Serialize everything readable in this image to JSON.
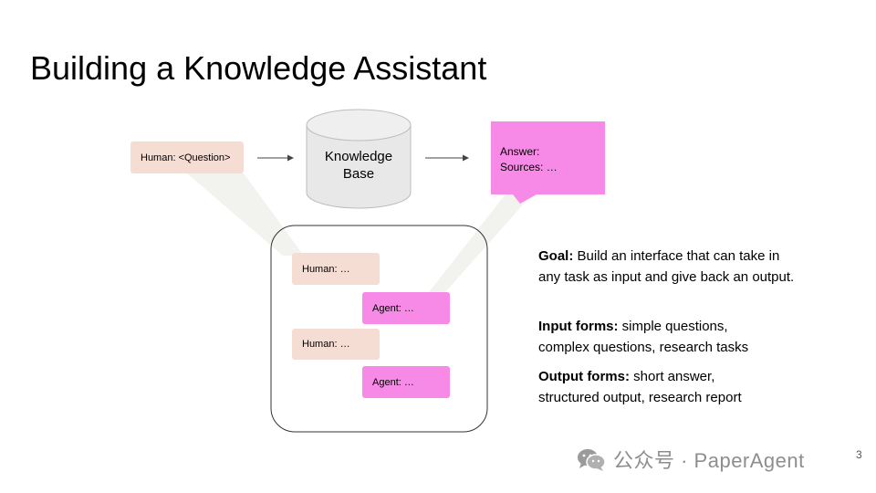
{
  "slide": {
    "title": "Building a Knowledge Assistant",
    "page_number": "3"
  },
  "diagram": {
    "input_box": "Human: <Question>",
    "knowledge_base": [
      "Knowledge",
      "Base"
    ],
    "answer_box": [
      "Answer:",
      "Sources: …"
    ],
    "conversation": [
      {
        "role": "human",
        "text": "Human: …"
      },
      {
        "role": "agent",
        "text": "Agent: …"
      },
      {
        "role": "human",
        "text": "Human: …"
      },
      {
        "role": "agent",
        "text": "Agent: …"
      }
    ]
  },
  "description": {
    "goal_label": "Goal:",
    "goal_text": " Build an interface that can take in any task as input and give back an output.",
    "input_label": "Input forms:",
    "input_text": " simple questions, complex questions, research tasks",
    "output_label": "Output forms:",
    "output_text": " short answer, structured output, research report"
  },
  "watermark": {
    "text": "公众号 · PaperAgent",
    "icon": "wechat-icon"
  },
  "colors": {
    "human_bubble": "#f5ddd3",
    "agent_bubble": "#f78ae6",
    "database": "#e8e8e8",
    "callout": "#f2f2ee"
  }
}
